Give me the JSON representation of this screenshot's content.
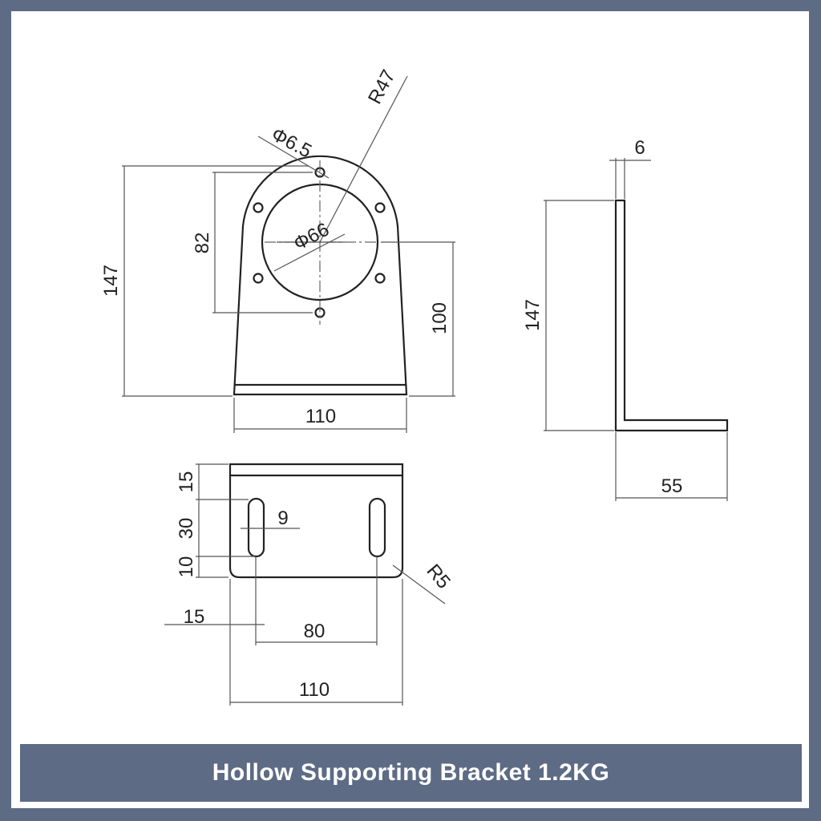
{
  "colors": {
    "border": "#5d6b85",
    "background": "#ffffff",
    "line": "#222222",
    "dimension_line": "#555555"
  },
  "front_view": {
    "height_147": "147",
    "hole_spacing_82": "82",
    "hole_diameter": "Φ6.5",
    "outer_radius": "R47",
    "bore_diameter": "Φ66",
    "center_height_100": "100",
    "width_110": "110"
  },
  "side_view": {
    "thickness_6": "6",
    "height_147": "147",
    "depth_55": "55"
  },
  "base_view": {
    "edge_15": "15",
    "slot_length_30": "30",
    "bottom_10": "10",
    "slot_width_9": "9",
    "corner_radius": "R5",
    "side_offset_15": "15",
    "slot_spacing_80": "80",
    "width_110": "110"
  },
  "banner": {
    "title": "Hollow Supporting Bracket 1.2KG"
  }
}
